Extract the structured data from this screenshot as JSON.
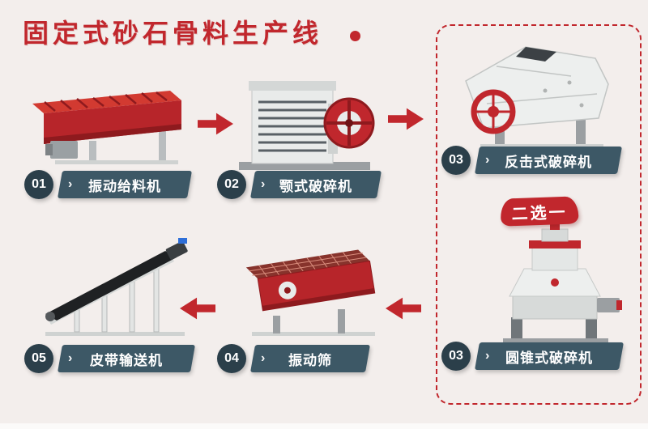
{
  "title": {
    "text": "固定式砂石骨料生产线"
  },
  "choice_banner": {
    "text": "二选一"
  },
  "icons": {
    "chevron": "›"
  },
  "colors": {
    "accent_red": "#c1272d",
    "ribbon_bg": "#3d5866",
    "badge_bg": "#2b3f4a",
    "background": "#f3eeec"
  },
  "steps": [
    {
      "number": "01",
      "label": "振动给料机",
      "machine": "vibrating-feeder"
    },
    {
      "number": "02",
      "label": "颚式破碎机",
      "machine": "jaw-crusher"
    },
    {
      "number": "03",
      "label": "反击式破碎机",
      "machine": "impact-crusher"
    },
    {
      "number": "03",
      "label": "圆锥式破碎机",
      "machine": "cone-crusher"
    },
    {
      "number": "04",
      "label": "振动筛",
      "machine": "vibrating-screen"
    },
    {
      "number": "05",
      "label": "皮带输送机",
      "machine": "belt-conveyor"
    }
  ]
}
